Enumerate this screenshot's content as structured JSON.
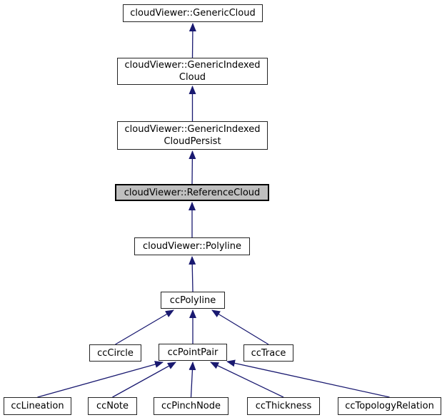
{
  "diagram": {
    "type": "inheritance-graph",
    "highlighted_node": "cloudViewer::ReferenceCloud",
    "colors": {
      "edge": "#191970",
      "node_border": "#242424",
      "node_fill": "#ffffff",
      "highlight_fill": "#bfbfbf",
      "highlight_border": "#000000",
      "text": "#000000",
      "background": "#ffffff"
    },
    "nodes": [
      {
        "id": "generic-cloud",
        "label": "cloudViewer::GenericCloud"
      },
      {
        "id": "generic-indexed-cloud",
        "label": "cloudViewer::GenericIndexed\nCloud"
      },
      {
        "id": "generic-indexed-cloud-persist",
        "label": "cloudViewer::GenericIndexed\nCloudPersist"
      },
      {
        "id": "reference-cloud",
        "label": "cloudViewer::ReferenceCloud"
      },
      {
        "id": "cloudviewer-polyline",
        "label": "cloudViewer::Polyline"
      },
      {
        "id": "ccpolyline",
        "label": "ccPolyline"
      },
      {
        "id": "cccircle",
        "label": "ccCircle"
      },
      {
        "id": "ccpointpair",
        "label": "ccPointPair"
      },
      {
        "id": "cctrace",
        "label": "ccTrace"
      },
      {
        "id": "cclineation",
        "label": "ccLineation"
      },
      {
        "id": "ccnote",
        "label": "ccNote"
      },
      {
        "id": "ccpinchnode",
        "label": "ccPinchNode"
      },
      {
        "id": "ccthickness",
        "label": "ccThickness"
      },
      {
        "id": "cctopologyrelation",
        "label": "ccTopologyRelation"
      }
    ],
    "edges": [
      {
        "from": "cloudViewer::GenericIndexedCloud",
        "to": "cloudViewer::GenericCloud"
      },
      {
        "from": "cloudViewer::GenericIndexedCloudPersist",
        "to": "cloudViewer::GenericIndexedCloud"
      },
      {
        "from": "cloudViewer::ReferenceCloud",
        "to": "cloudViewer::GenericIndexedCloudPersist"
      },
      {
        "from": "cloudViewer::Polyline",
        "to": "cloudViewer::ReferenceCloud"
      },
      {
        "from": "ccPolyline",
        "to": "cloudViewer::Polyline"
      },
      {
        "from": "ccCircle",
        "to": "ccPolyline"
      },
      {
        "from": "ccPointPair",
        "to": "ccPolyline"
      },
      {
        "from": "ccTrace",
        "to": "ccPolyline"
      },
      {
        "from": "ccLineation",
        "to": "ccPointPair"
      },
      {
        "from": "ccNote",
        "to": "ccPointPair"
      },
      {
        "from": "ccPinchNode",
        "to": "ccPointPair"
      },
      {
        "from": "ccThickness",
        "to": "ccPointPair"
      },
      {
        "from": "ccTopologyRelation",
        "to": "ccPointPair"
      }
    ]
  }
}
